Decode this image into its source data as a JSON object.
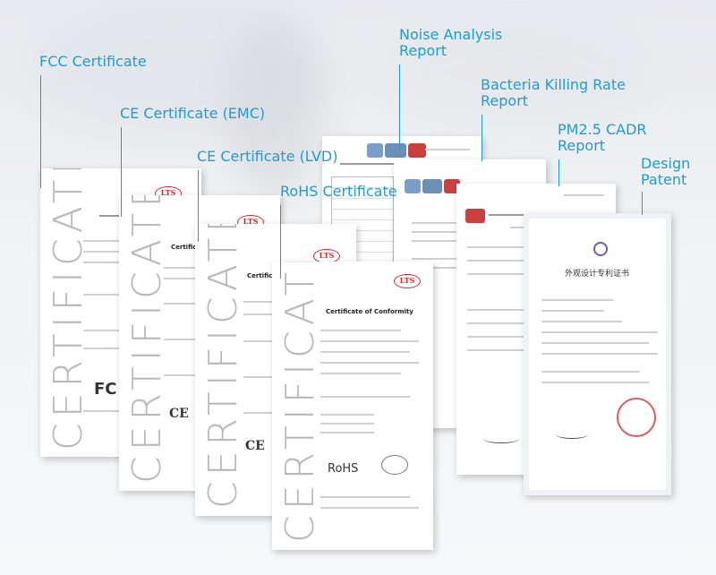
{
  "callouts": {
    "fcc": "FCC Certificate",
    "ce_emc": "CE Certificate (EMC)",
    "ce_lvd": "CE Certificate (LVD)",
    "rohs": "RoHS Certificate",
    "noise": [
      "Noise Analysis",
      "Report"
    ],
    "bacteria": [
      "Bacteria Killing Rate",
      "Report"
    ],
    "pm25": [
      "PM2.5 CADR",
      "Report"
    ],
    "design": [
      "Design",
      "Patent"
    ]
  },
  "certificates": {
    "vertical_word": "CERTIFICATE",
    "brand_logo": "LTS",
    "conformity_title": "Certificate of Conformity",
    "fc_mark": "FC",
    "ce_mark": "CE",
    "rohs_mark": "RoHS",
    "patent_title_cn": "外观设计专利证书"
  },
  "colors": {
    "accent": "#1d9cd3",
    "paper": "#ffffff",
    "seal_red": "#c82828",
    "watermark_gray": "#b9b9b9"
  }
}
